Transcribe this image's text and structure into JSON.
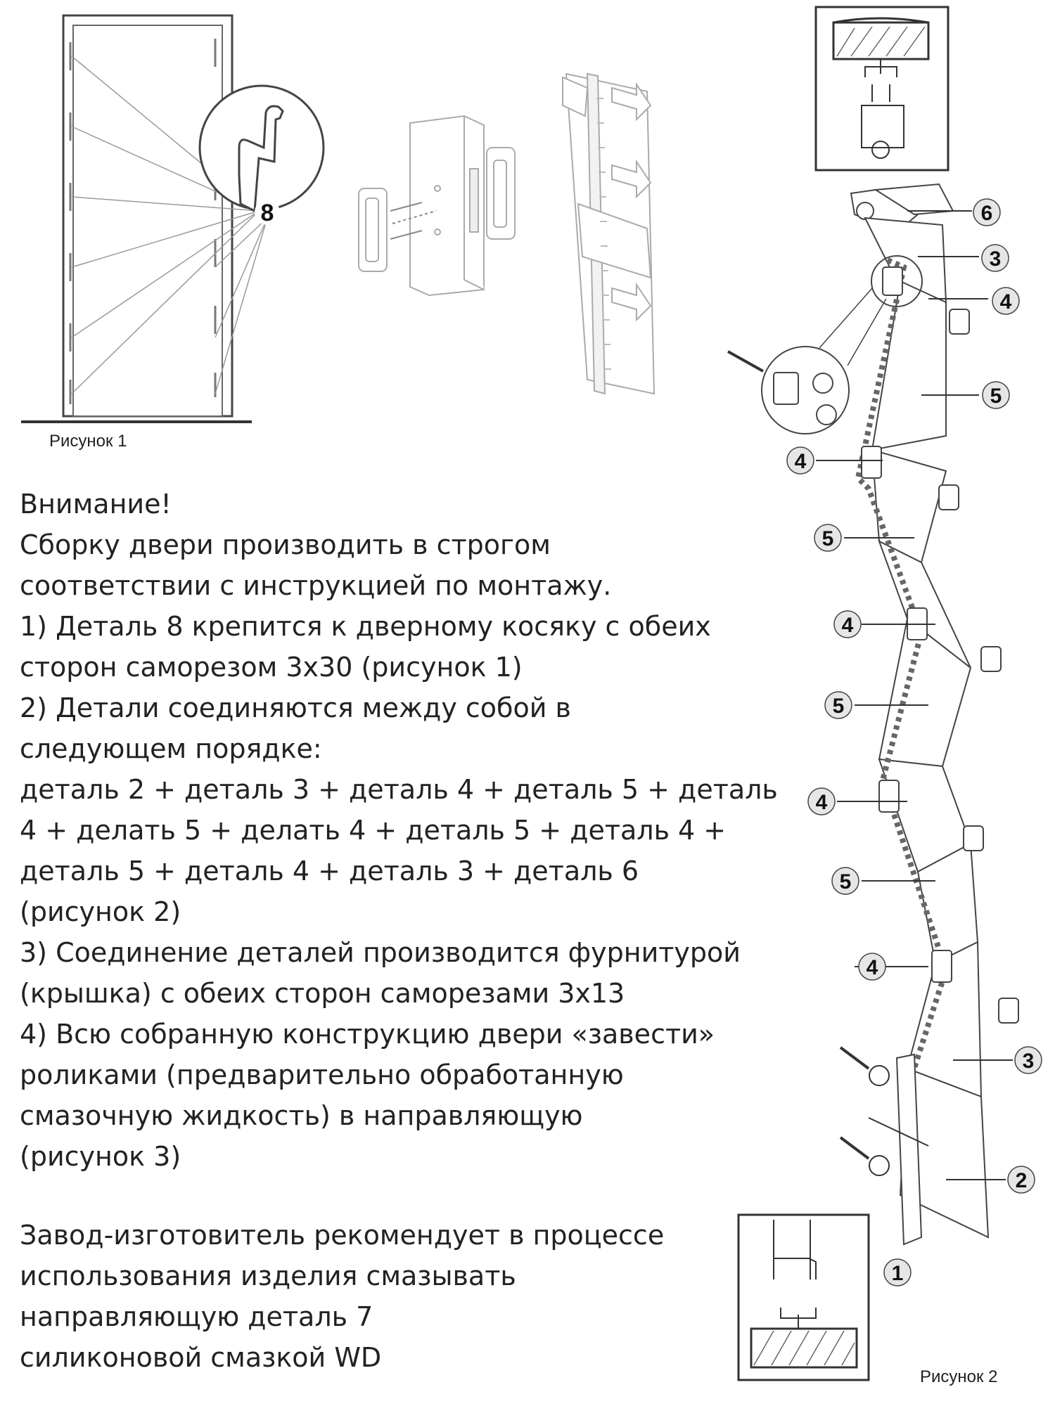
{
  "figure1": {
    "caption": "Рисунок 1",
    "callout": "8"
  },
  "figure2": {
    "caption": "Рисунок 2",
    "callouts": [
      "6",
      "3",
      "4",
      "5",
      "4",
      "5",
      "4",
      "5",
      "4",
      "5",
      "4",
      "3",
      "2",
      "1"
    ]
  },
  "instructions": {
    "lines": [
      "Внимание!",
      "Сборку двери производить в строгом",
      "соответствии с инструкцией по монтажу.",
      "1) Деталь 8 крепится к дверному косяку с обеих",
      "сторон саморезом 3х30 (рисунок 1)",
      "2) Детали соединяются между собой в",
      "следующем порядке:",
      "деталь 2 + деталь 3 + деталь 4 + деталь 5 + деталь",
      "4 + делать 5 + делать 4 + деталь 5 + деталь 4 +",
      "деталь 5 + деталь 4 + деталь 3 + деталь 6",
      "(рисунок 2)",
      "3) Соединение деталей производится фурнитурой",
      "(крышка) с обеих сторон саморезами 3х13",
      "4) Всю собранную конструкцию двери «завести»",
      "роликами (предварительно обработанную",
      "смазочную жидкость) в направляющую",
      "(рисунок 3)"
    ]
  },
  "recommendation": {
    "lines": [
      "Завод-изготовитель рекомендует в процессе",
      "использования изделия смазывать",
      "направляющую деталь 7",
      "силиконовой смазкой WD"
    ]
  }
}
